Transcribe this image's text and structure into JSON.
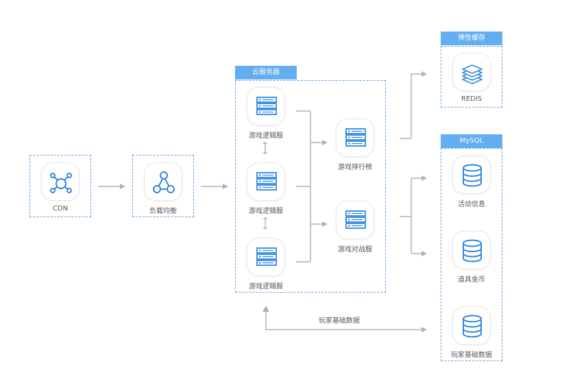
{
  "nodes": {
    "cdn": "CDN",
    "load_balancer": "负载均衡",
    "logic_server_1": "游戏逻辑服",
    "logic_server_2": "游戏逻辑服",
    "logic_server_3": "游戏逻辑服",
    "ranking": "游戏排行榜",
    "battle": "游戏对战服",
    "redis": "REDIS",
    "activity_info": "活动信息",
    "items_gold": "道具金币",
    "player_data": "玩家基础数据"
  },
  "groups": {
    "cloud_server": "云服务器",
    "elastic_cache": "弹性缓存",
    "mysql": "MySQL"
  },
  "edges": {
    "player_data_label": "玩家基础数据"
  },
  "colors": {
    "accent": "#2f86e0",
    "header": "#62aef0",
    "dashed_border": "#5aa2e6",
    "arrow": "#a9b3bd"
  }
}
